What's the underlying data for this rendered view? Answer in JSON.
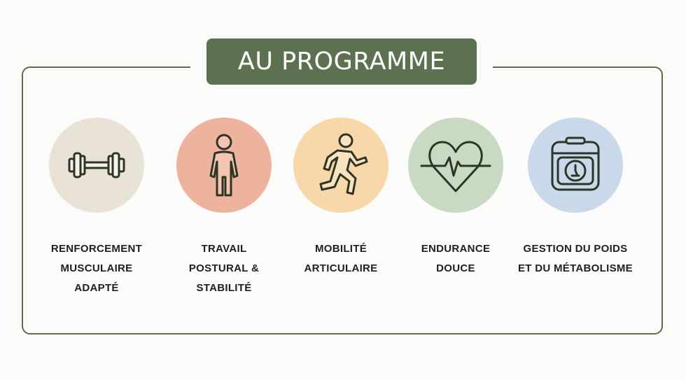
{
  "title": "AU PROGRAMME",
  "colors": {
    "frame": "#5a6e4d",
    "title_bg": "#5b7150",
    "icon_stroke": "#2c3526"
  },
  "items": [
    {
      "icon": "dumbbell-icon",
      "circle_color": "#e9e2d6",
      "lines": [
        "RENFORCEMENT",
        "MUSCULAIRE",
        "ADAPTÉ"
      ]
    },
    {
      "icon": "standing-person-icon",
      "circle_color": "#eeb39c",
      "lines": [
        "TRAVAIL",
        "POSTURAL &",
        "STABILITÉ"
      ]
    },
    {
      "icon": "running-person-icon",
      "circle_color": "#f8d8a8",
      "lines": [
        "MOBILITÉ",
        "ARTICULAIRE"
      ]
    },
    {
      "icon": "heart-pulse-icon",
      "circle_color": "#c8dbc2",
      "lines": [
        "ENDURANCE",
        "DOUCE"
      ]
    },
    {
      "icon": "scale-icon",
      "circle_color": "#c9d9ea",
      "lines": [
        "GESTION DU POIDS",
        "ET DU MÉTABOLISME"
      ]
    }
  ]
}
